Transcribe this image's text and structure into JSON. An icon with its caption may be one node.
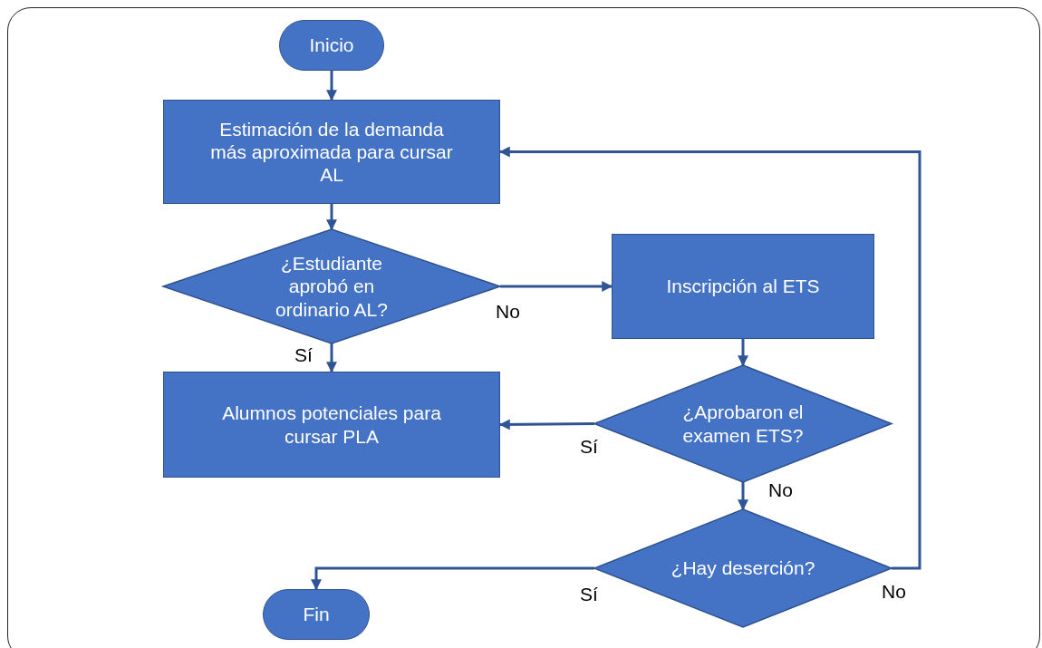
{
  "diagram": {
    "nodes": [
      {
        "text": [
          "Inicio"
        ]
      },
      {
        "text": [
          "Estimación de la demanda más aproximada para cursar AL"
        ]
      },
      {
        "text": [
          "¿Estudiante aprobó en ordinario AL?"
        ]
      },
      {
        "text": [
          "Inscripción al ETS"
        ]
      },
      {
        "text": [
          "Alumnos potenciales para cursar PLA"
        ]
      },
      {
        "text": [
          "¿Aprobaron el examen ETS?"
        ]
      },
      {
        "text": [
          "¿Hay deserción?"
        ]
      },
      {
        "text": [
          "Fin"
        ]
      }
    ],
    "edges": [
      {
        "from": 0,
        "to": 1,
        "arrow": "to"
      },
      {
        "from": 1,
        "to": 2,
        "arrow": "to"
      },
      {
        "from": 2,
        "to": 3,
        "arrow": "to",
        "label": "No"
      },
      {
        "from": 2,
        "to": 4,
        "arrow": "to",
        "label": "Sí"
      },
      {
        "from": 3,
        "to": 5,
        "arrow": "to"
      },
      {
        "from": 5,
        "to": 4,
        "arrow": "to",
        "label": "Sí"
      },
      {
        "from": 5,
        "to": 6,
        "arrow": "to",
        "label": "No"
      },
      {
        "from": 6,
        "to": 1,
        "arrow": "to",
        "label": "No"
      },
      {
        "from": 6,
        "to": 7,
        "arrow": "to",
        "label": "Sí"
      }
    ]
  }
}
